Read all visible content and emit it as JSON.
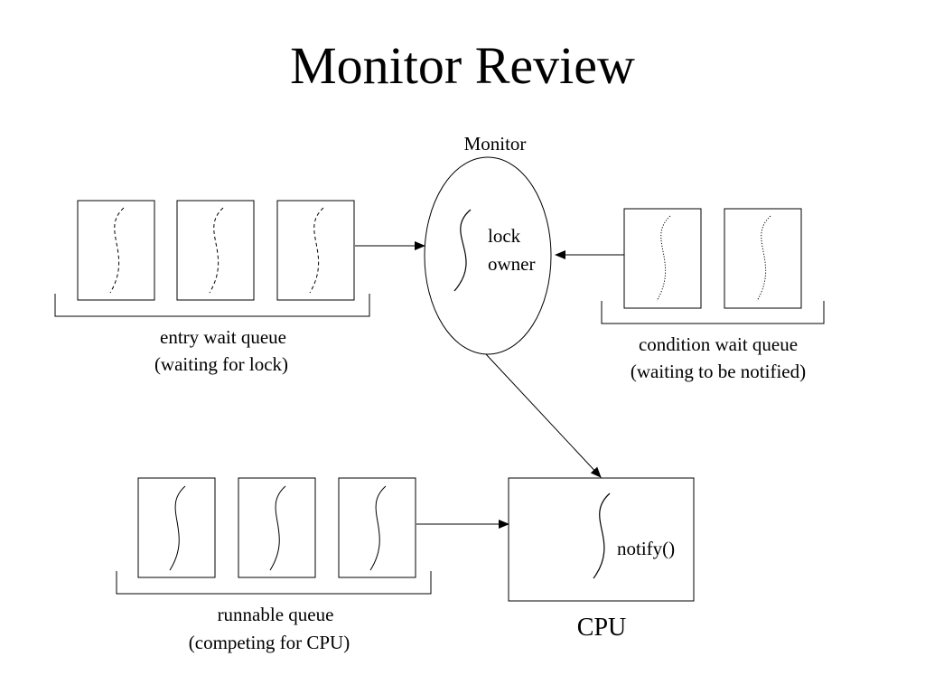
{
  "slide": {
    "title": "Monitor Review"
  },
  "monitor": {
    "label": "Monitor",
    "owner_line1": "lock",
    "owner_line2": "owner"
  },
  "entry_queue": {
    "line1": "entry wait queue",
    "line2": "(waiting for lock)"
  },
  "condition_queue": {
    "line1": "condition wait queue",
    "line2": "(waiting to be notified)"
  },
  "runnable_queue": {
    "line1": "runnable queue",
    "line2": "(competing for CPU)"
  },
  "cpu": {
    "label": "CPU",
    "call": "notify()"
  },
  "colors": {
    "ink": "#000000",
    "background": "#ffffff"
  }
}
